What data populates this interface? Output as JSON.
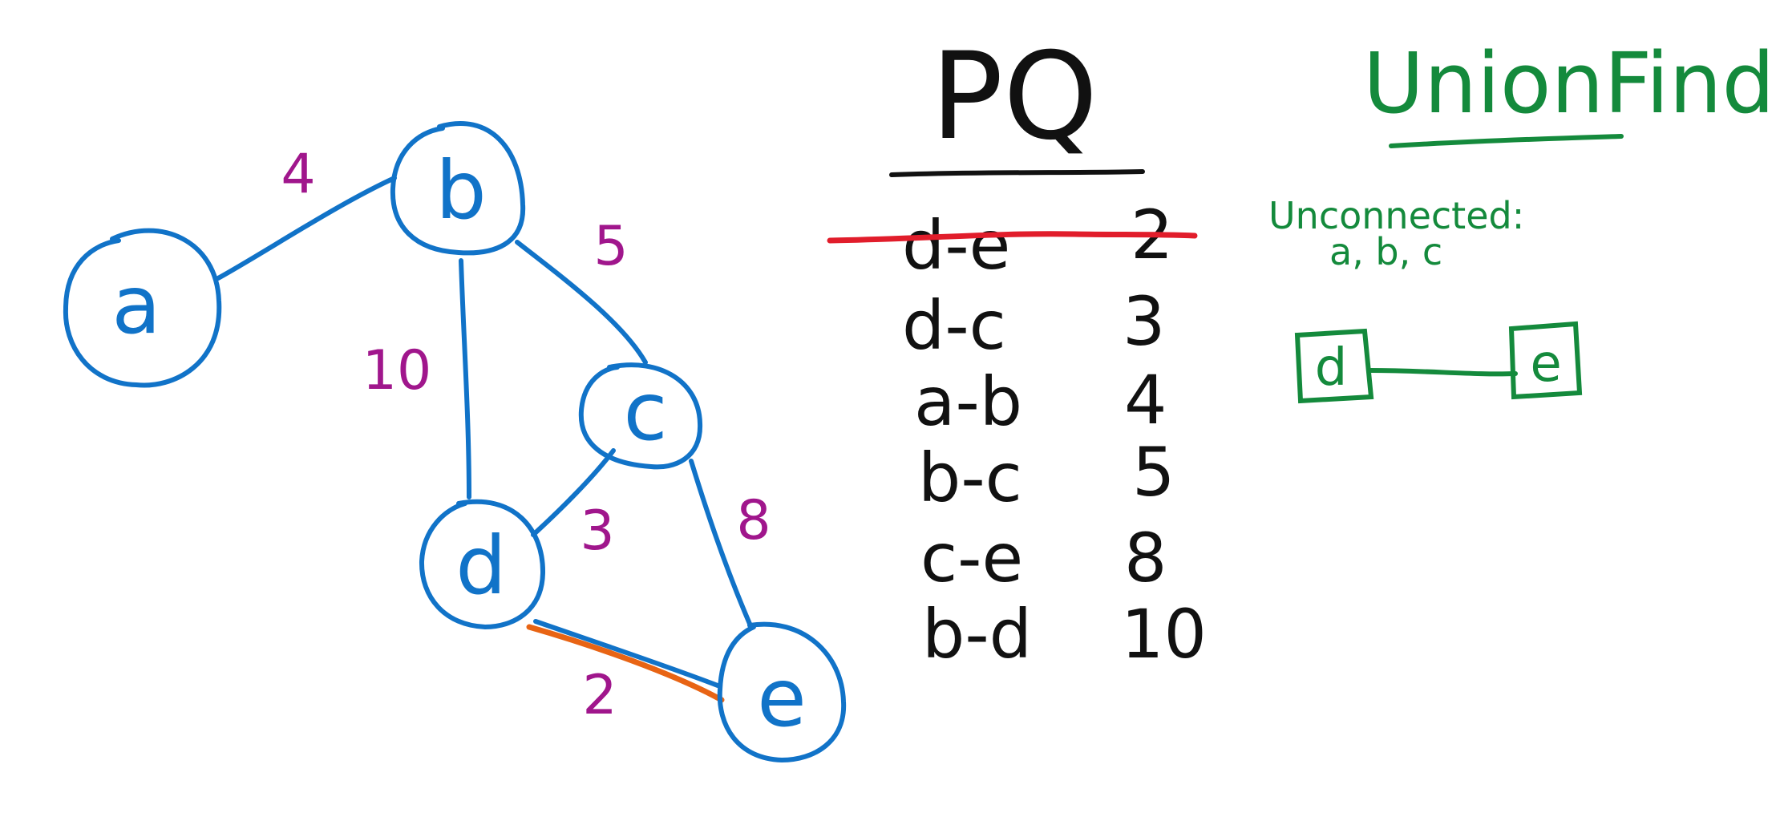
{
  "colors": {
    "graph": "#1173c8",
    "weight": "#a0168c",
    "highlight": "#e86414",
    "pq": "#111111",
    "strike": "#e11d2b",
    "unionfind": "#148a3c"
  },
  "graph": {
    "nodes": [
      {
        "id": "a",
        "label": "a"
      },
      {
        "id": "b",
        "label": "b"
      },
      {
        "id": "c",
        "label": "c"
      },
      {
        "id": "d",
        "label": "d"
      },
      {
        "id": "e",
        "label": "e"
      }
    ],
    "edges": [
      {
        "from": "a",
        "to": "b",
        "weight": "4"
      },
      {
        "from": "b",
        "to": "c",
        "weight": "5"
      },
      {
        "from": "b",
        "to": "d",
        "weight": "10"
      },
      {
        "from": "c",
        "to": "d",
        "weight": "3"
      },
      {
        "from": "c",
        "to": "e",
        "weight": "8"
      },
      {
        "from": "d",
        "to": "e",
        "weight": "2",
        "selected": true
      }
    ]
  },
  "pq": {
    "title": "PQ",
    "entries": [
      {
        "edge": "d-e",
        "weight": "2",
        "removed": true
      },
      {
        "edge": "d-c",
        "weight": "3"
      },
      {
        "edge": "a-b",
        "weight": "4"
      },
      {
        "edge": "b-c",
        "weight": "5"
      },
      {
        "edge": "c-e",
        "weight": "8"
      },
      {
        "edge": "b-d",
        "weight": "10"
      }
    ]
  },
  "union_find": {
    "title": "UnionFind",
    "unconnected_label": "Unconnected:",
    "unconnected_list": "a, b, c",
    "set": [
      "d",
      "e"
    ]
  }
}
